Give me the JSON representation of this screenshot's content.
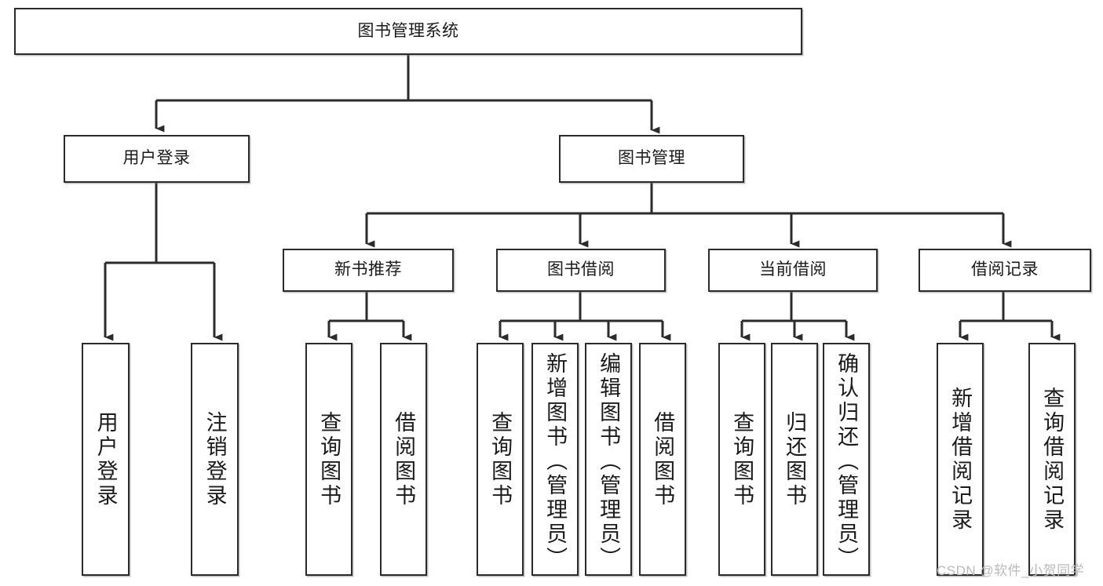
{
  "diagram": {
    "title": "图书管理系统",
    "type": "hierarchy-tree",
    "root": {
      "label": "图书管理系统"
    },
    "level2": [
      {
        "label": "用户登录"
      },
      {
        "label": "图书管理"
      }
    ],
    "level3": [
      {
        "label": "新书推荐"
      },
      {
        "label": "图书借阅"
      },
      {
        "label": "当前借阅"
      },
      {
        "label": "借阅记录"
      }
    ],
    "leaves": {
      "user_login": [
        {
          "label": "用户登录"
        },
        {
          "label": "注销登录"
        }
      ],
      "new_book_recommend": [
        {
          "label": "查询图书"
        },
        {
          "label": "借阅图书"
        }
      ],
      "book_borrow": [
        {
          "label": "查询图书"
        },
        {
          "label": "新增图书（管理员）"
        },
        {
          "label": "编辑图书（管理员）"
        },
        {
          "label": "借阅图书"
        }
      ],
      "current_borrow": [
        {
          "label": "查询图书"
        },
        {
          "label": "归还图书"
        },
        {
          "label": "确认归还（管理员）"
        }
      ],
      "borrow_record": [
        {
          "label": "新增借阅记录"
        },
        {
          "label": "查询借阅记录"
        }
      ]
    }
  },
  "watermark": {
    "text": "CSDN @软件_小贺同学"
  },
  "colors": {
    "stroke": "#2b2b2b",
    "box_fill": "#ffffff",
    "text": "#1a1a1a",
    "watermark": "#b9b9b9",
    "background": "#ffffff"
  }
}
